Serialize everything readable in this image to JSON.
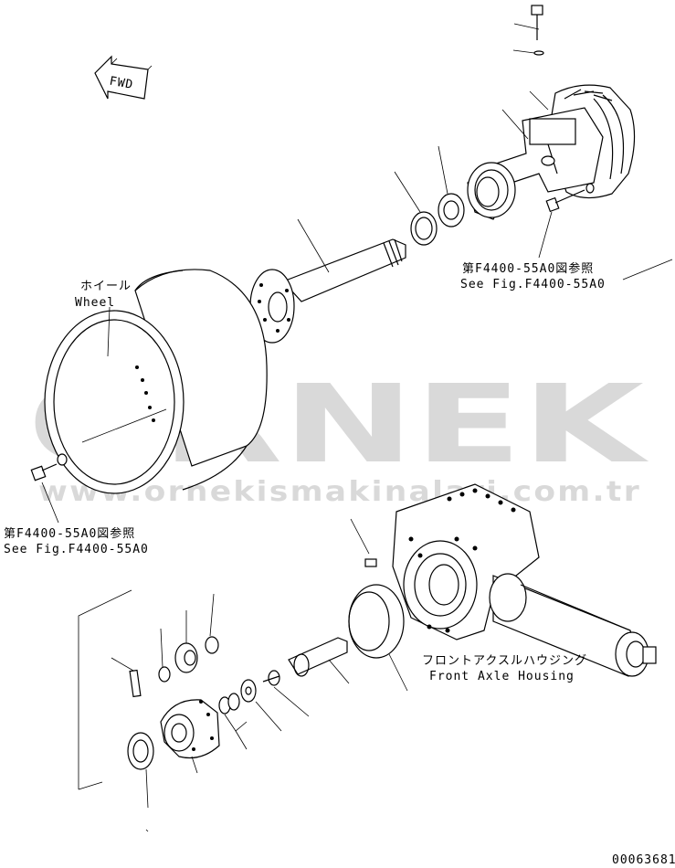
{
  "labels": {
    "fwd": "FWD",
    "wheel_jp": "ホイール",
    "wheel_en": "Wheel",
    "ref_top_jp": "第F4400-55A0図参照",
    "ref_top_en": "See Fig.F4400-55A0",
    "ref_left_jp": "第F4400-55A0図参照",
    "ref_left_en": "See Fig.F4400-55A0",
    "housing_jp": "フロントアクスルハウジング",
    "housing_en": "Front Axle Housing",
    "drawing_no": "00063681"
  },
  "watermark": {
    "brand": "ÖRNEK",
    "url": "www.ornekismakinalari.com.tr",
    "accent_color": "#f2c84b",
    "text_color": "#d9d9d9"
  }
}
